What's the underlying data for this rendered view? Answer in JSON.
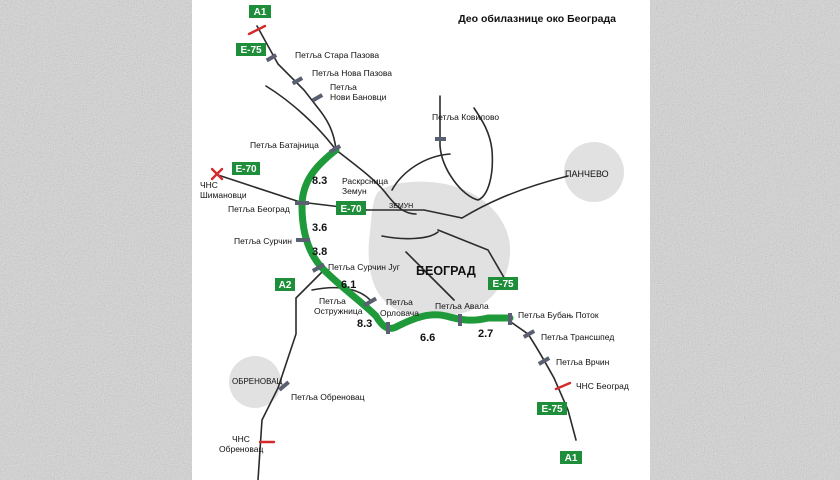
{
  "title": "Део обилазнице око Београда",
  "city_labels": {
    "beograd": "БЕОГРАД",
    "zemun": "ЗЕМУН",
    "pancevo": "ПАНЧЕВО",
    "obrenovac": "ОБРЕНОВАЦ"
  },
  "route_shields": {
    "a1_top": "A1",
    "e75_top": "E-75",
    "e70_left": "E-70",
    "e70_mid": "E-70",
    "a2": "A2",
    "e75_right": "E-75",
    "e75_bottom": "E-75",
    "a1_bottom": "A1"
  },
  "interchanges": {
    "stara_pazova": "Петља Стара Пазова",
    "nova_pazova": "Петља Нова Пазова",
    "novi_banovci_1": "Петља",
    "novi_banovci_2": "Нови Бановци",
    "kovilovo": "Петља Ковилово",
    "batajnica": "Петља Батајница",
    "zemun_cross_1": "Раскрсница",
    "zemun_cross_2": "Земун",
    "beograd": "Петља Београд",
    "surcin": "Петља Сурчин",
    "surcin_jug": "Петља Сурчин Југ",
    "ostruznica_1": "Петља",
    "ostruznica_2": "Остружница",
    "orlovaca_1": "Петља",
    "orlovaca_2": "Орловача",
    "avala": "Петља Авала",
    "buban_potok": "Петља Бубањ Поток",
    "transsped": "Петља Трансшпед",
    "vrcin": "Петља Врчин",
    "obrenovac": "Петља Обреновац"
  },
  "toll_stations": {
    "simanovci_1": "ЧНС",
    "simanovci_2": "Шимановци",
    "beograd": "ЧНС Београд",
    "obrenovac_1": "ЧНС",
    "obrenovac_2": "Обреновац"
  },
  "segment_distances": {
    "batajnica_beograd": "8.3",
    "beograd_surcin": "3.6",
    "surcin_surcin_jug": "3.8",
    "surcin_jug_ostruznica": "6.1",
    "ostruznica_orlovaca": "8.3",
    "orlovaca_avala": "6.6",
    "avala_buban_potok": "2.7"
  },
  "colors": {
    "bypass": "#1f9a3a",
    "road": "#2b2b2b",
    "shield_bg": "#1e8e3a",
    "shield_text": "#ffffff",
    "city_area": "#e1e1e1",
    "interchange_marker": "#5a5f72",
    "toll_marker": "#d42a2a"
  }
}
